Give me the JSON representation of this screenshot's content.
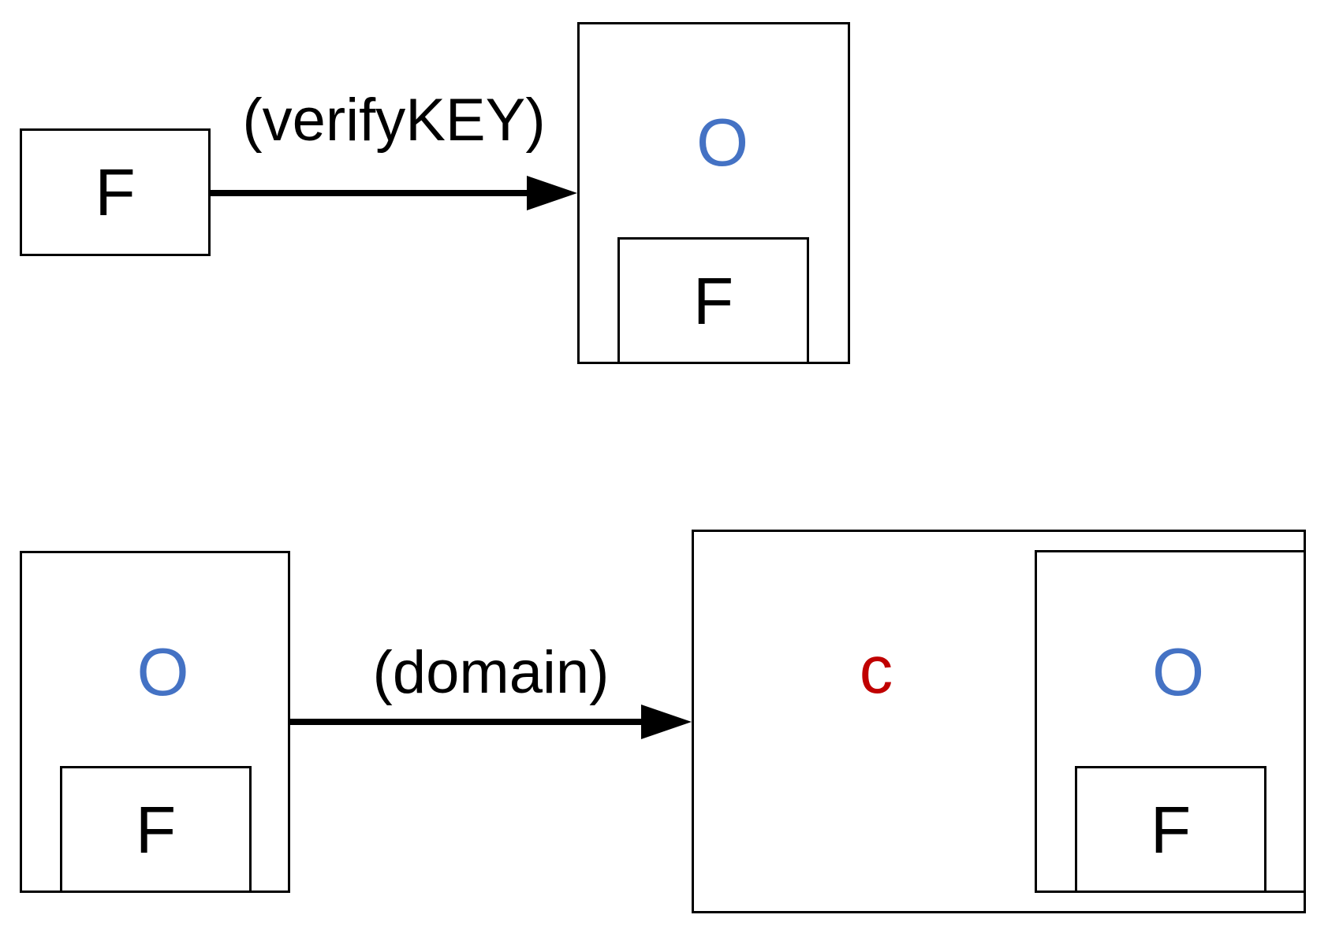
{
  "colors": {
    "o_color": "#4472C4",
    "c_color": "#C00000",
    "line_color": "#000000",
    "background": "#FFFFFF"
  },
  "top_row": {
    "source_f_box": {
      "label": "F"
    },
    "arrow_label": "(verifyKEY)",
    "target_o_box": {
      "o_label": "O",
      "inner_f_box": {
        "label": "F"
      }
    }
  },
  "bottom_row": {
    "source_o_box": {
      "o_label": "O",
      "inner_f_box": {
        "label": "F"
      }
    },
    "arrow_label": "(domain)",
    "target_big_box": {
      "c_label": "c",
      "nested_o_box": {
        "o_label": "O",
        "inner_f_box": {
          "label": "F"
        }
      }
    }
  }
}
